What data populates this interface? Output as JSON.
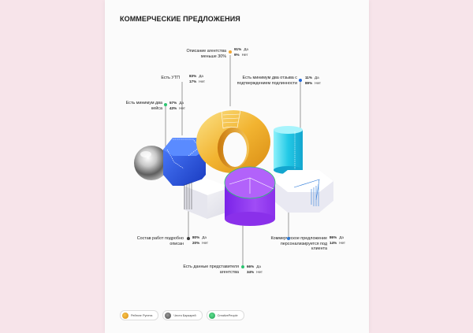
{
  "title": "КОММЕРЧЕСКИЕ ПРЕДЛОЖЕНИЯ",
  "yes_label": "Да",
  "no_label": "Нет",
  "items": [
    {
      "label": "Описание агентства меньше 30%",
      "yes": "91%",
      "no": "9%",
      "color": "#f2a531"
    },
    {
      "label": "Есть УТП",
      "yes": "83%",
      "no": "17%",
      "color": "#1f4fd8"
    },
    {
      "label": "Есть минимум два отзыва с подтверждением подлинности",
      "yes": "11%",
      "no": "89%",
      "color": "#1f66d8"
    },
    {
      "label": "Есть минимум два кейса",
      "yes": "57%",
      "no": "43%",
      "color": "#2bc470"
    },
    {
      "label": "Состав работ подробно описан",
      "yes": "80%",
      "no": "20%",
      "color": "#3a3a3a"
    },
    {
      "label": "Коммерческое предложение персонализируется под клиента",
      "yes": "86%",
      "no": "14%",
      "color": "#2a79d8"
    },
    {
      "label": "Есть данные представителя агентства",
      "yes": "66%",
      "no": "34%",
      "color": "#2bc470"
    }
  ],
  "footer": [
    "Рейтинг Рунета",
    "Честя Баркарей",
    "CreativePeople"
  ],
  "colors": {
    "background": "#f7e4ea",
    "card": "#fbfbfb",
    "gold": "#f2b431",
    "blue": "#1f4fd8",
    "cyan": "#2bd6ea",
    "purple": "#9a3ff0",
    "green": "#2bc470"
  }
}
